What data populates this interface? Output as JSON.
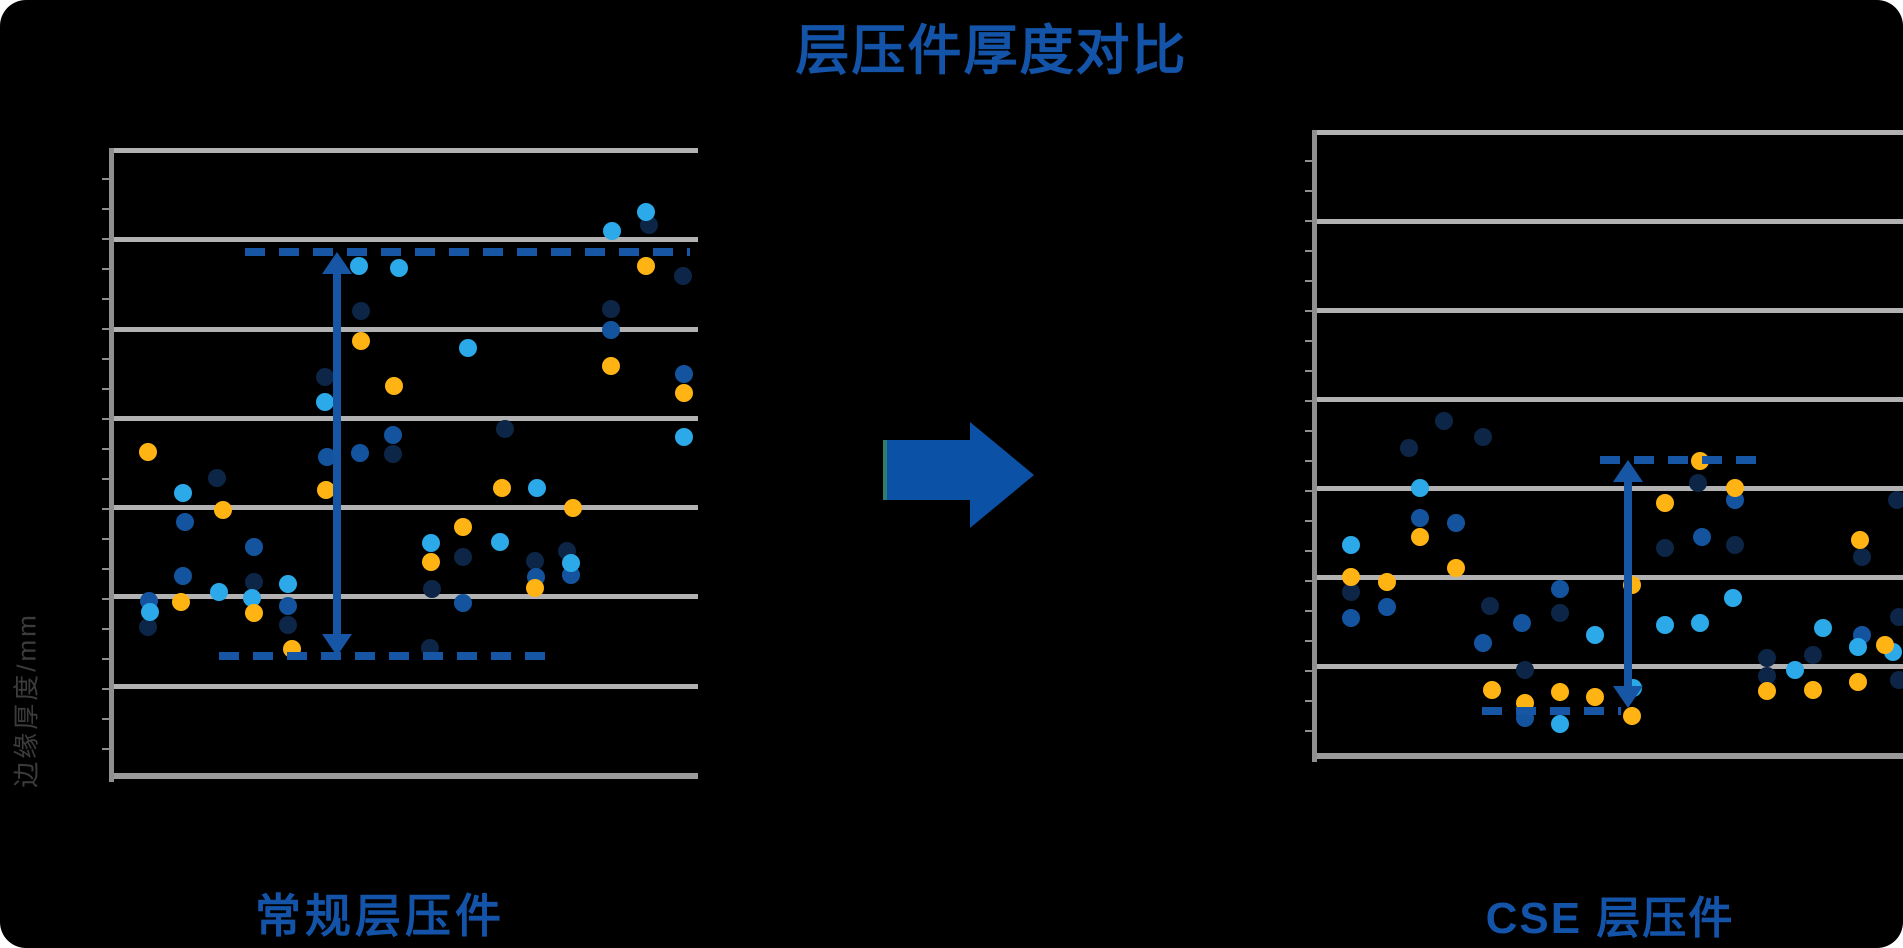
{
  "page": {
    "title": "层压件厚度对比",
    "background": "#000000",
    "title_color": "#1353A8"
  },
  "y_axis_label": "边缘厚度/mm",
  "captions": {
    "left": "常规层压件",
    "right": "CSE 层压件"
  },
  "colors": {
    "navy": "#0D2647",
    "blue": "#14549F",
    "lightblue": "#2BA9E8",
    "orange": "#FFB414",
    "annotation": "#1656A5",
    "gridline": "#B2B2B2",
    "axis": "#8F8F8F",
    "label_gray": "#3C3C3C",
    "big_arrow": "#0B51A5"
  },
  "chart_data": [
    {
      "type": "scatter",
      "title": "常规层压件",
      "xlabel": "",
      "ylabel": "边缘厚度/mm",
      "axis_tick_labels": "none",
      "grid": "horizontal only",
      "plot": {
        "x": 114,
        "y": 148,
        "x2": 698,
        "y2": 778,
        "gridlines": 8,
        "spacing": 90,
        "minor_tick_step": 30
      },
      "annotations": {
        "upper_dash": {
          "y": 252,
          "x1": 245,
          "x2": 690
        },
        "lower_dash": {
          "y": 656,
          "x1": 219,
          "x2": 556
        },
        "range_arrow": {
          "x": 337,
          "y1": 252,
          "y2": 656
        },
        "meaning": "thickness spread between max and min edge thickness"
      },
      "series": [
        {
          "name": "navy",
          "points": [
            [
              649,
              225
            ],
            [
              683,
              276
            ],
            [
              361,
              311
            ],
            [
              611,
              309
            ],
            [
              325,
              377
            ],
            [
              505,
              429
            ],
            [
              393,
              454
            ],
            [
              217,
              478
            ],
            [
              463,
              557
            ],
            [
              535,
              561
            ],
            [
              567,
              551
            ],
            [
              432,
              589
            ],
            [
              254,
              582
            ],
            [
              288,
              625
            ],
            [
              148,
              627
            ],
            [
              430,
              648
            ]
          ]
        },
        {
          "name": "blue",
          "points": [
            [
              611,
              330
            ],
            [
              684,
              374
            ],
            [
              393,
              435
            ],
            [
              360,
              453
            ],
            [
              327,
              457
            ],
            [
              185,
              522
            ],
            [
              254,
              547
            ],
            [
              536,
              577
            ],
            [
              571,
              575
            ],
            [
              183,
              576
            ],
            [
              149,
              601
            ],
            [
              288,
              606
            ],
            [
              463,
              603
            ]
          ]
        },
        {
          "name": "lightblue",
          "points": [
            [
              646,
              212
            ],
            [
              612,
              231
            ],
            [
              359,
              266
            ],
            [
              399,
              268
            ],
            [
              468,
              348
            ],
            [
              325,
              402
            ],
            [
              684,
              437
            ],
            [
              183,
              493
            ],
            [
              537,
              488
            ],
            [
              431,
              543
            ],
            [
              500,
              542
            ],
            [
              571,
              563
            ],
            [
              219,
              592
            ],
            [
              252,
              598
            ],
            [
              288,
              584
            ],
            [
              150,
              612
            ]
          ]
        },
        {
          "name": "orange",
          "points": [
            [
              646,
              266
            ],
            [
              361,
              341
            ],
            [
              611,
              366
            ],
            [
              394,
              386
            ],
            [
              684,
              393
            ],
            [
              148,
              452
            ],
            [
              326,
              490
            ],
            [
              502,
              488
            ],
            [
              573,
              508
            ],
            [
              223,
              510
            ],
            [
              463,
              527
            ],
            [
              431,
              562
            ],
            [
              535,
              588
            ],
            [
              181,
              602
            ],
            [
              254,
              613
            ],
            [
              292,
              649
            ]
          ]
        }
      ]
    },
    {
      "type": "scatter",
      "title": "CSE 层压件",
      "xlabel": "",
      "ylabel": "",
      "axis_tick_labels": "none",
      "grid": "horizontal only",
      "plot": {
        "x": 1317,
        "y": 130,
        "x2": 1903,
        "y2": 758,
        "gridlines": 8,
        "spacing": 90,
        "minor_tick_step": 30
      },
      "annotations": {
        "upper_dash": {
          "y": 460,
          "x1": 1600,
          "x2": 1763
        },
        "lower_dash": {
          "y": 711,
          "x1": 1482,
          "x2": 1621
        },
        "range_arrow": {
          "x": 1628,
          "y1": 460,
          "y2": 708
        },
        "meaning": "smaller thickness spread for CSE laminate"
      },
      "series": [
        {
          "name": "navy",
          "points": [
            [
              1444,
              421
            ],
            [
              1483,
              437
            ],
            [
              1409,
              448
            ],
            [
              1351,
              592
            ],
            [
              1560,
              613
            ],
            [
              1490,
              606
            ],
            [
              1665,
              548
            ],
            [
              1698,
              483
            ],
            [
              1735,
              545
            ],
            [
              1525,
              670
            ],
            [
              1767,
              658
            ],
            [
              1767,
              676
            ],
            [
              1862,
              557
            ],
            [
              1897,
              500
            ],
            [
              1899,
              617
            ],
            [
              1813,
              655
            ],
            [
              1899,
              680
            ]
          ]
        },
        {
          "name": "blue",
          "points": [
            [
              1420,
              518
            ],
            [
              1456,
              523
            ],
            [
              1387,
              607
            ],
            [
              1351,
              618
            ],
            [
              1522,
              623
            ],
            [
              1560,
              589
            ],
            [
              1483,
              643
            ],
            [
              1702,
              537
            ],
            [
              1735,
              500
            ],
            [
              1525,
              718
            ],
            [
              1862,
              635
            ]
          ]
        },
        {
          "name": "lightblue",
          "points": [
            [
              1420,
              488
            ],
            [
              1351,
              545
            ],
            [
              1595,
              635
            ],
            [
              1733,
              598
            ],
            [
              1665,
              625
            ],
            [
              1700,
              623
            ],
            [
              1633,
              688
            ],
            [
              1560,
              724
            ],
            [
              1795,
              670
            ],
            [
              1823,
              628
            ],
            [
              1858,
              647
            ],
            [
              1893,
              652
            ]
          ]
        },
        {
          "name": "orange",
          "points": [
            [
              1420,
              537
            ],
            [
              1456,
              568
            ],
            [
              1351,
              577
            ],
            [
              1387,
              582
            ],
            [
              1665,
              503
            ],
            [
              1700,
              461
            ],
            [
              1735,
              488
            ],
            [
              1632,
              585
            ],
            [
              1492,
              690
            ],
            [
              1560,
              692
            ],
            [
              1595,
              697
            ],
            [
              1525,
              703
            ],
            [
              1632,
              716
            ],
            [
              1767,
              691
            ],
            [
              1860,
              540
            ],
            [
              1858,
              682
            ],
            [
              1813,
              690
            ],
            [
              1885,
              645
            ]
          ]
        }
      ]
    }
  ]
}
